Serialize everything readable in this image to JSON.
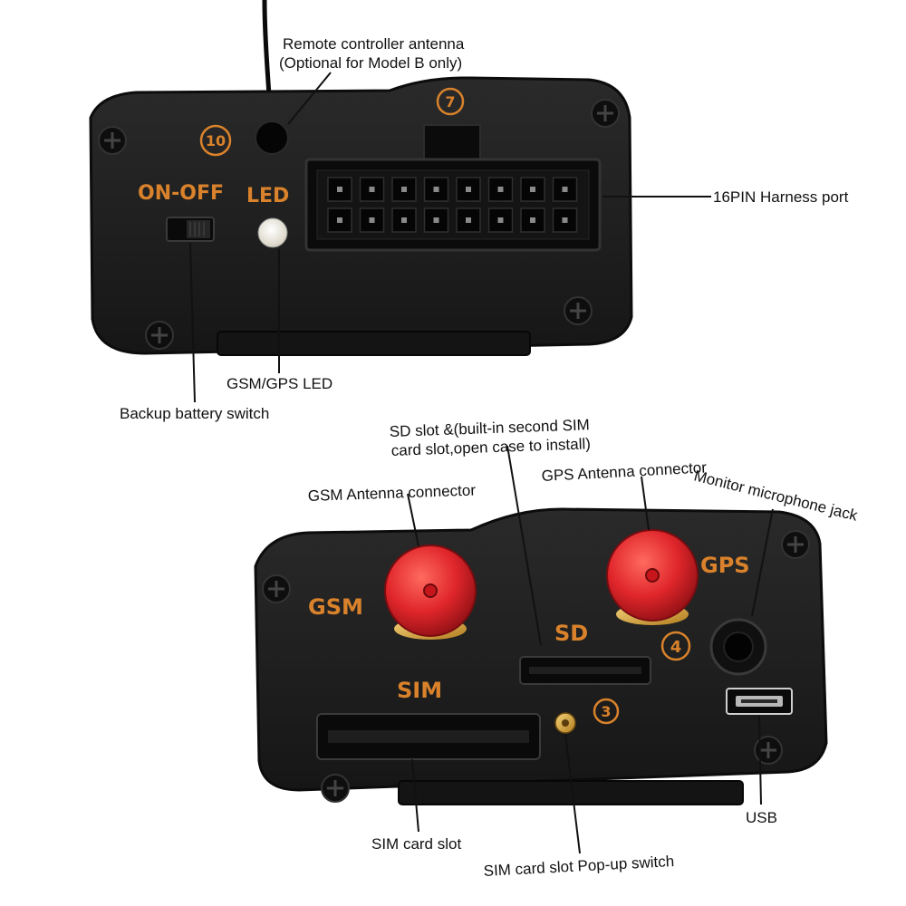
{
  "colors": {
    "case": "#1c1c1c",
    "case_edge": "#0c0c0c",
    "silkscreen": "#d9822b",
    "connector_red": "#e0262b",
    "leader": "#111111"
  },
  "top_unit": {
    "panel_labels": {
      "on_off": "ON-OFF",
      "led": "LED",
      "num_10": "10",
      "num_7": "7"
    },
    "callouts": {
      "antenna_line1": "Remote controller antenna",
      "antenna_line2": "(Optional for Model B only)",
      "harness": "16PIN Harness port",
      "led": "GSM/GPS LED",
      "battery": "Backup battery switch"
    }
  },
  "bottom_unit": {
    "panel_labels": {
      "gsm": "GSM",
      "gps": "GPS",
      "sd": "SD",
      "sim": "SIM",
      "num_4": "4",
      "num_3": "3"
    },
    "callouts": {
      "sd_line1": "SD slot &(built-in second SIM",
      "sd_line2": "card slot,open case to install)",
      "gsm_antenna": "GSM Antenna connector",
      "gps_antenna": "GPS Antenna connector",
      "mic": "Monitor microphone jack",
      "usb": "USB",
      "sim_slot": "SIM card slot",
      "sim_popup": "SIM card slot Pop-up switch"
    }
  }
}
